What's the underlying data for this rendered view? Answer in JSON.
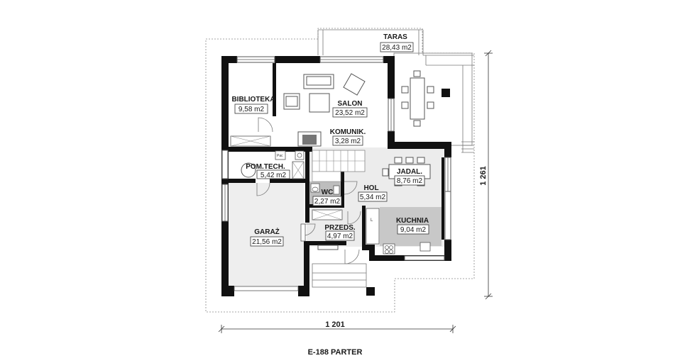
{
  "rooms": {
    "taras": {
      "name": "TARAS",
      "area": "28,43 m2"
    },
    "biblioteka": {
      "name": "BIBLIOTEKA",
      "area": "9,58 m2"
    },
    "salon": {
      "name": "SALON",
      "area": "23,52 m2"
    },
    "komunik": {
      "name": "KOMUNIK.",
      "area": "3,28 m2"
    },
    "pomtech": {
      "name": "POM.TECH.",
      "area": "5,42 m2"
    },
    "jadal": {
      "name": "JADAL.",
      "area": "8,76 m2"
    },
    "wc": {
      "name": "WC",
      "area": "2,27 m2"
    },
    "hol": {
      "name": "HOL",
      "area": "5,34 m2"
    },
    "kuchnia": {
      "name": "KUCHNIA",
      "area": "9,04 m2"
    },
    "przeds": {
      "name": "PRZEDS.",
      "area": "4,97 m2"
    },
    "garaz": {
      "name": "GARAŻ",
      "area": "21,56 m2"
    }
  },
  "dimensions": {
    "width": "1 201",
    "height": "1 261"
  },
  "fixture_labels": {
    "boiler": "Pac",
    "fridge": "L"
  },
  "caption": "E-188 PARTER",
  "colors": {
    "kuchnia_fill": "#c8c8c8",
    "wc_fill": "#bdbdbd",
    "hol_fill": "#ececec",
    "garaz_fill": "#eeeeee",
    "wall": "#111111"
  }
}
